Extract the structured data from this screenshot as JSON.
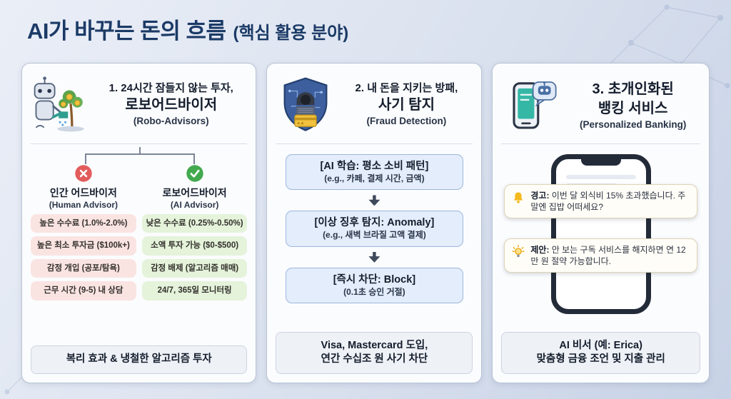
{
  "title": {
    "main": "AI가 바꾸는 돈의 흐름",
    "sub": "(핵심 활용 분야)"
  },
  "colors": {
    "accent_navy": "#1b3a66",
    "human_box_pink": "#fae4e2",
    "robo_box_green": "#e4f3da",
    "step_box_blue": "#e3edfb",
    "red_badge": "#e25c5c",
    "green_badge": "#43a94e",
    "alert_yellow": "#f5b91e"
  },
  "icons": {
    "card1": "robot-watering-money-tree-icon",
    "card2": "shield-hacker-card-icon",
    "card3": "phone-chatbot-icon",
    "bad": "x-circle-icon",
    "good": "check-circle-icon",
    "warn": "bell-icon",
    "tip": "lightbulb-icon"
  },
  "card1": {
    "heading_line1": "1. 24시간 잠들지 않는 투자,",
    "heading_line2": "로보어드바이저",
    "heading_line3": "(Robo-Advisors)",
    "left": {
      "title": "인간 어드바이저",
      "subtitle": "(Human Advisor)",
      "items": [
        "높은 수수료 (1.0%-2.0%)",
        "높은 최소 투자금 ($100k+)",
        "감정 개입 (공포/탐욕)",
        "근무 시간 (9-5) 내 상담"
      ]
    },
    "right": {
      "title": "로보어드바이저",
      "subtitle": "(AI Advisor)",
      "items": [
        "낮은 수수료 (0.25%-0.50%)",
        "소액 투자 가능 ($0-$500)",
        "감정 배제 (알고리즘 매매)",
        "24/7, 365일 모니터링"
      ]
    },
    "footer": "복리 효과 & 냉철한 알고리즘 투자"
  },
  "card2": {
    "heading_line1": "2. 내 돈을 지키는 방패,",
    "heading_line2": "사기 탐지",
    "heading_line3": "(Fraud Detection)",
    "steps": [
      {
        "title": "[AI 학습: 평소 소비 패턴]",
        "detail": "(e.g., 카페, 결제 시간, 금액)"
      },
      {
        "title": "[이상 징후 탐지: Anomaly]",
        "detail": "(e.g., 새벽 브라질 고액 결제)"
      },
      {
        "title": "[즉시 차단: Block]",
        "detail": "(0.1초 승인 거절)"
      }
    ],
    "footer_line1": "Visa, Mastercard 도입,",
    "footer_line2": "연간 수십조 원 사기 차단"
  },
  "card3": {
    "heading_line1": "3. 초개인화된",
    "heading_line2": "뱅킹 서비스",
    "heading_line3": "(Personalized Banking)",
    "notifications": [
      {
        "label": "경고:",
        "text": " 이번 달 외식비 15% 초과했습니다. 주말엔 집밥 어떠세요?"
      },
      {
        "label": "제안:",
        "text": " 안 보는 구독 서비스를 해지하면 연 12만 원 절약 가능합니다."
      }
    ],
    "footer_line1": "AI 비서 (예: Erica)",
    "footer_line2": "맞춤형 금융 조언 및 지출 관리"
  }
}
